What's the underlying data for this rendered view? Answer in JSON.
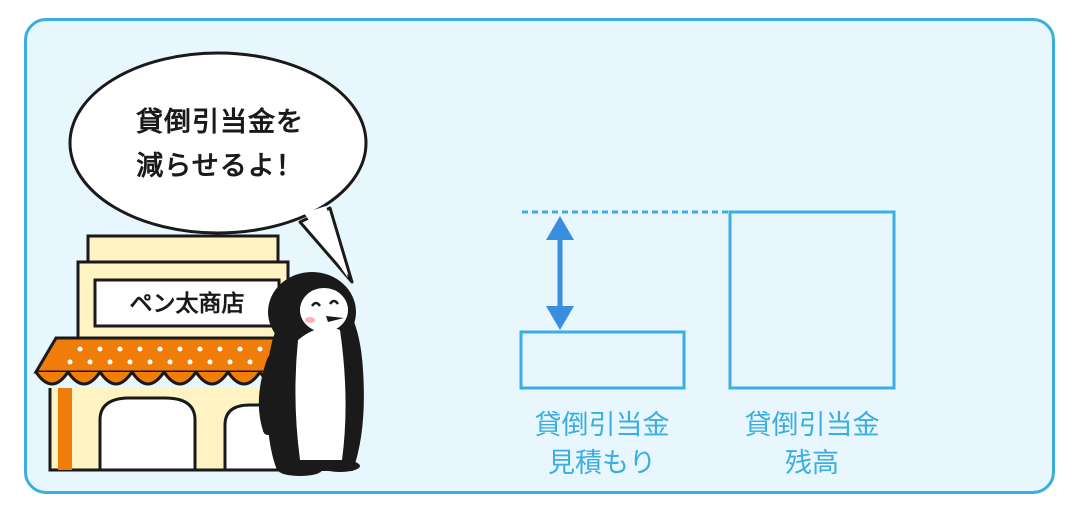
{
  "speech": {
    "line1": "貸倒引当金を",
    "line2": "減らせるよ！"
  },
  "shop": {
    "sign": "ペン太商店"
  },
  "boxes": {
    "estimate_label_line1": "貸倒引当金",
    "estimate_label_line2": "見積もり",
    "balance_label_line1": "貸倒引当金",
    "balance_label_line2": "残高"
  },
  "colors": {
    "accent": "#3aaee0",
    "arrow": "#3a8ee0",
    "awning": "#f07c0a",
    "panel_bg": "#e8f7fd"
  }
}
